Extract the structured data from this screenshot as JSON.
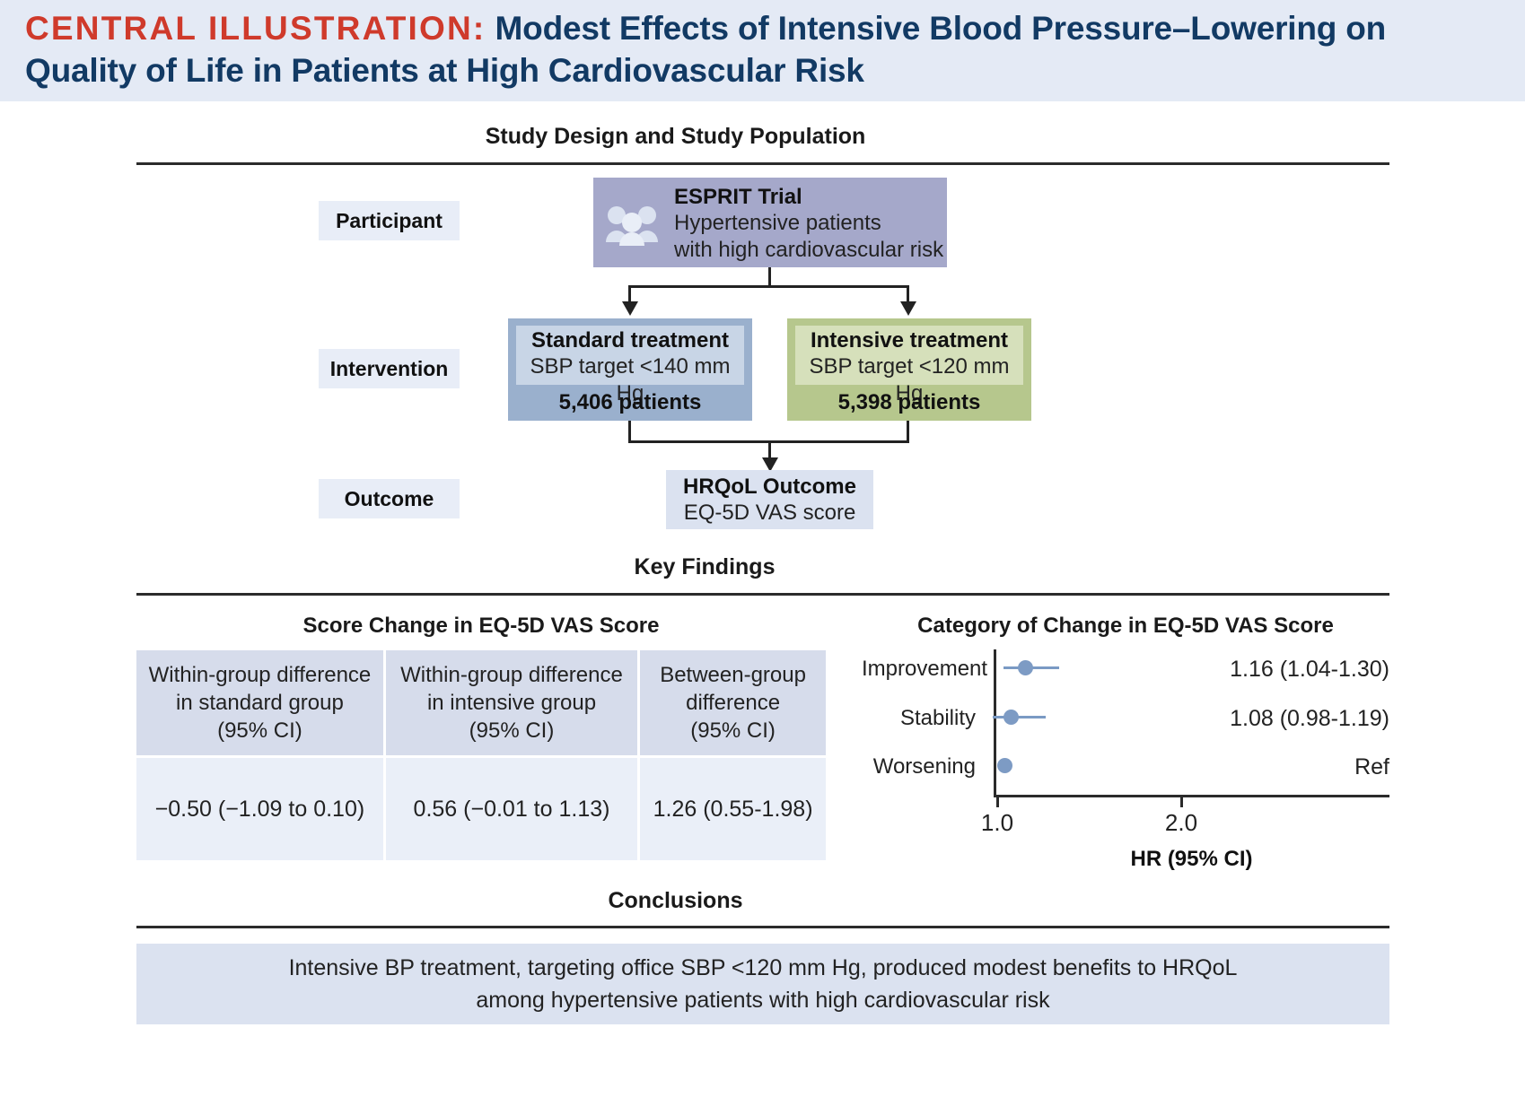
{
  "header": {
    "label": "CENTRAL ILLUSTRATION:",
    "title": "Modest Effects of Intensive Blood Pressure–Lowering on Quality of Life in Patients at High Cardiovascular Risk",
    "accent_color": "#cf3a2b",
    "title_color": "#123a64",
    "background": "#e4eaf5"
  },
  "sections": {
    "study_design": "Study Design and Study Population",
    "key_findings": "Key Findings",
    "conclusions": "Conclusions"
  },
  "flow": {
    "row_labels": {
      "participant": "Participant",
      "intervention": "Intervention",
      "outcome": "Outcome"
    },
    "participant": {
      "title": "ESPRIT Trial",
      "line1": "Hypertensive patients",
      "line2": "with high cardiovascular risk",
      "icon": "people-icon",
      "color": "#a5a8ca"
    },
    "standard": {
      "title": "Standard treatment",
      "target": "SBP target <140 mm Hg",
      "count": "5,406 patients",
      "color": "#9ab0cd"
    },
    "intensive": {
      "title": "Intensive treatment",
      "target": "SBP target <120 mm Hg",
      "count": "5,398 patients",
      "color": "#b6c78d"
    },
    "outcome": {
      "title": "HRQoL Outcome",
      "subtitle": "EQ-5D VAS score",
      "color": "#dbe2f0"
    }
  },
  "score_table": {
    "title": "Score Change in EQ-5D VAS Score",
    "headers": [
      "Within-group difference\nin standard group\n(95% CI)",
      "Within-group difference\nin intensive group\n(95% CI)",
      "Between-group\ndifference\n(95% CI)"
    ],
    "header_lines": [
      [
        "Within-group difference",
        "in standard group",
        "(95% CI)"
      ],
      [
        "Within-group difference",
        "in intensive group",
        "(95% CI)"
      ],
      [
        "Between-group",
        "difference",
        "(95% CI)"
      ]
    ],
    "values": [
      "−0.50 (−1.09 to 0.10)",
      "0.56 (−0.01 to 1.13)",
      "1.26 (0.55-1.98)"
    ]
  },
  "chart_data": {
    "type": "scatter",
    "title": "Category of Change in EQ-5D VAS Score",
    "xlabel": "HR (95% CI)",
    "ylabel": "",
    "xlim": [
      1.0,
      2.2
    ],
    "xticks": [
      1.0,
      2.0
    ],
    "xticklabels": [
      "1.0",
      "2.0"
    ],
    "grid": false,
    "legend": "none",
    "categories": [
      "Improvement",
      "Stability",
      "Worsening"
    ],
    "points": [
      {
        "category": "Improvement",
        "hr": 1.16,
        "ci_low": 1.04,
        "ci_high": 1.3,
        "label": "1.16 (1.04-1.30)"
      },
      {
        "category": "Stability",
        "hr": 1.08,
        "ci_low": 0.98,
        "ci_high": 1.19,
        "label": "1.08 (0.98-1.19)"
      },
      {
        "category": "Worsening",
        "hr": 1.0,
        "ci_low": null,
        "ci_high": null,
        "label": "Ref"
      }
    ],
    "marker_color": "#7d9bc4",
    "line_color": "#7a9ac4"
  },
  "conclusion": {
    "line1": "Intensive BP treatment, targeting office SBP <120 mm Hg, produced modest benefits to HRQoL",
    "line2": "among hypertensive patients with high cardiovascular risk"
  }
}
